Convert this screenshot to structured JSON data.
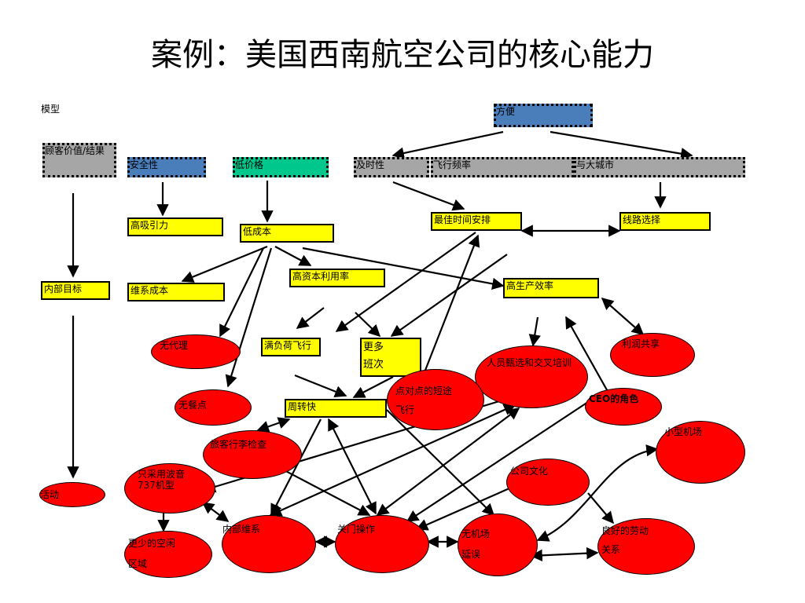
{
  "title": "案例：美国西南航空公司的核心能力",
  "label_model": "模型",
  "nodes": {
    "convenience": "方便",
    "customer_value": "顾客价值/结果",
    "safety": "安全性",
    "low_price": "低价格",
    "timeliness": "及时性",
    "flight_frequency": "飞行频率",
    "big_cities": "与大城市",
    "high_appeal": "高吸引力",
    "low_cost": "低成本",
    "best_schedule": "最佳时间安排",
    "route_selection": "线路选择",
    "internal_goals": "内部目标",
    "maintenance_cost": "维系成本",
    "high_capital_use": "高资本利用率",
    "high_productivity": "高生产效率",
    "full_load": "满负荷飞行",
    "more_flights_1": "更多",
    "more_flights_2": "班次",
    "quick_turnaround": "周转快",
    "no_agent": "无代理",
    "no_meals": "无餐点",
    "staff_selection": "人员甄选和交叉培训",
    "profit_sharing": "利润共享",
    "p2p_1": "点对点的短途",
    "p2p_2": "飞行",
    "ceo_role": "CEO的角色",
    "baggage_check": "旅客行李检查",
    "small_airports": "小型机场",
    "boeing_737": "只采用波音737机型",
    "activities": "活动",
    "company_culture": "公司文化",
    "less_idle_1": "更少的空闲",
    "less_idle_2": "区域",
    "internal_maint": "内部维系",
    "gate_ops": "关门操作",
    "no_delay_1": "无机场",
    "no_delay_2": "延误",
    "labor_relations_1": "良好的劳动",
    "labor_relations_2": "关系"
  },
  "colors": {
    "gray": "#a6a6a6",
    "blue": "#4a7ebb",
    "green": "#00c78c",
    "yellow": "#ffff00",
    "red": "#ff0000"
  }
}
